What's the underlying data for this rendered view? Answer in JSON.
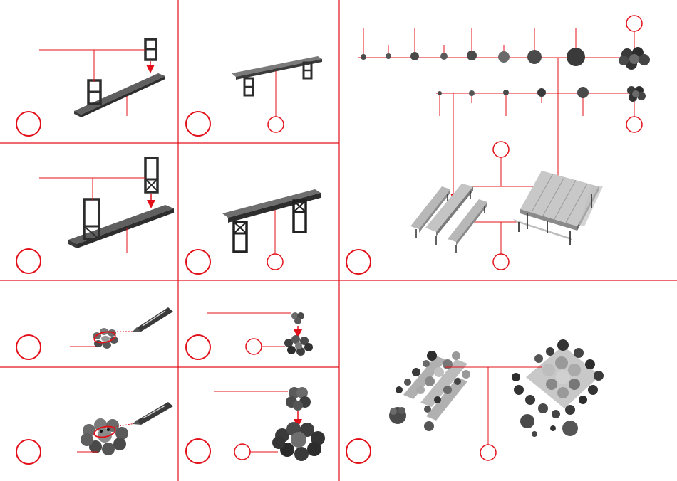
{
  "sheet": {
    "accent_color": "#e3101a",
    "ink_dark": "#2b2b2b",
    "ink_mid": "#6e6e6e",
    "ink_light": "#b4b4b4"
  },
  "panels": [
    {
      "id": "short-bench-legs",
      "step_marker": "",
      "parts": [
        "bench-leg-frame-small",
        "bench-seat-plank-short"
      ]
    },
    {
      "id": "short-bench-assembled",
      "step_marker": "",
      "parts": [
        "bench-short-assembled"
      ]
    },
    {
      "id": "long-bench-legs",
      "step_marker": "",
      "parts": [
        "bench-leg-frame-tall",
        "bench-seat-plank-long"
      ]
    },
    {
      "id": "long-bench-assembled",
      "step_marker": "",
      "parts": [
        "bench-long-assembled"
      ]
    },
    {
      "id": "glue-small-flower",
      "step_marker": "",
      "parts": [
        "flower-cluster-small",
        "glue-applicator"
      ]
    },
    {
      "id": "stack-small-flower",
      "step_marker": "",
      "parts": [
        "flower-tier-small",
        "flower-cluster-small"
      ]
    },
    {
      "id": "glue-large-flower",
      "step_marker": "",
      "parts": [
        "flower-cluster-large",
        "glue-applicator"
      ]
    },
    {
      "id": "stack-large-flower",
      "step_marker": "",
      "parts": [
        "flower-tier-large",
        "flower-cluster-large"
      ]
    },
    {
      "id": "picnic-set-layout",
      "step_marker": "",
      "parts": [
        "flower-pieces-row-1",
        "flower-pieces-row-2",
        "bench-pair",
        "picnic-table"
      ]
    },
    {
      "id": "decorated-picnic-set",
      "step_marker": "",
      "parts": [
        "decorated-benches",
        "decorated-table"
      ]
    }
  ],
  "icons": [
    "glue-applicator-icon"
  ]
}
